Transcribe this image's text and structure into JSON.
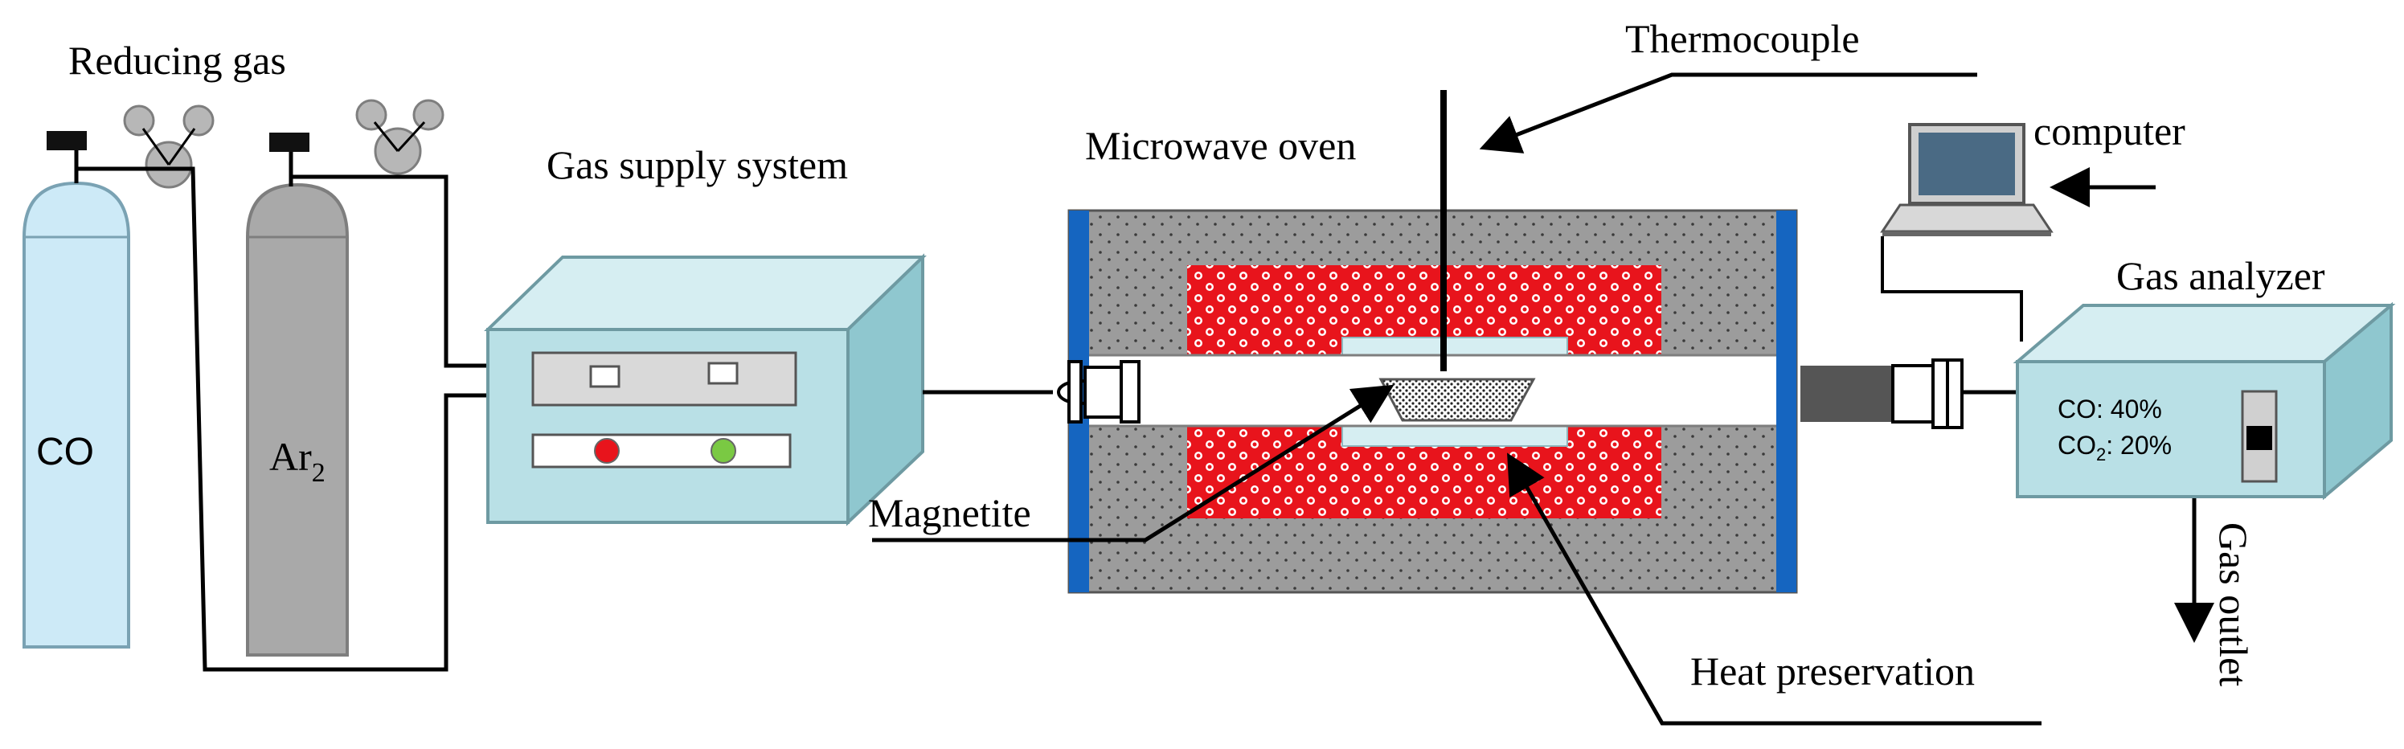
{
  "labels": {
    "reducing_gas": "Reducing gas",
    "co_cylinder": "CO",
    "ar_cylinder": "Ar",
    "ar_subscript": "2",
    "gas_supply": "Gas supply system",
    "microwave": "Microwave oven",
    "thermocouple": "Thermocouple",
    "computer": "computer",
    "gas_analyzer": "Gas analyzer",
    "magnetite": "Magnetite",
    "heat_preservation": "Heat preservation",
    "gas_outlet": "Gas outlet"
  },
  "analyzer_readout": {
    "co_line": "CO: 40%",
    "co2_prefix": "CO",
    "co2_sub": "2",
    "co2_value": ": 20%"
  },
  "colors": {
    "co_cylinder": "#cdeaf7",
    "ar_cylinder": "#a9a9a9",
    "box_front": "#b9e0e6",
    "box_top": "#d6eef2",
    "box_side": "#8fc7cf",
    "oven_frame": "#9c9c9c",
    "insulation_red": "#e8141c",
    "side_blue": "#1565c0",
    "indicator_red": "#e8141c",
    "indicator_green": "#7ac943"
  },
  "icons": [
    "valve-icon",
    "laptop-icon",
    "indicator-light"
  ]
}
